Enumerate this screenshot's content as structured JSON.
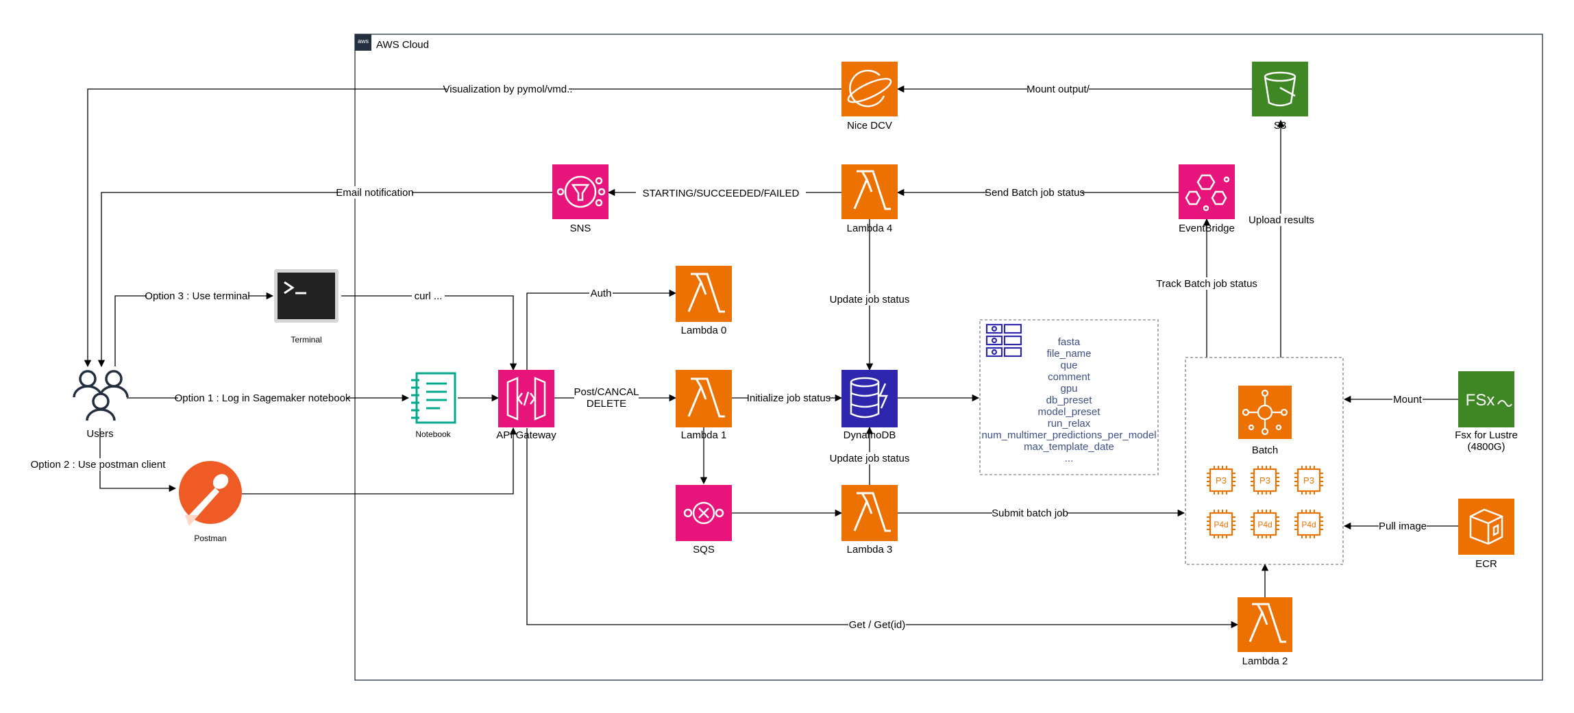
{
  "colors": {
    "compute_orange": "#ED7100",
    "app_integration_pink": "#E7157B",
    "storage_green": "#3F8624",
    "db_blue": "#2E27AD",
    "notebook_teal": "#01A88D",
    "postman_orange": "#EF5B25",
    "field_text": "#3D4F86"
  },
  "cloud": {
    "label": "AWS Cloud",
    "badge": "aws"
  },
  "nodes": {
    "users": "Users",
    "terminal": "Terminal",
    "notebook": "Notebook",
    "postman": "Postman",
    "api_gateway": "API Gateway",
    "lambda0": "Lambda 0",
    "lambda1": "Lambda 1",
    "lambda2": "Lambda 2",
    "lambda3": "Lambda 3",
    "lambda4": "Lambda 4",
    "sqs": "SQS",
    "sns": "SNS",
    "dynamodb": "DynamoDB",
    "nice_dcv": "Nice DCV",
    "s3": "S3",
    "eventbridge": "EventBridge",
    "batch": "Batch",
    "fsx_line1": "Fsx for Lustre",
    "fsx_line2": "(4800G)",
    "fsx_icon_text": "FSx",
    "ecr": "ECR"
  },
  "instances": [
    "P3",
    "P3",
    "P3",
    "P4d",
    "P4d",
    "P4d"
  ],
  "fields": [
    "fasta",
    "file_name",
    "que",
    "comment",
    "gpu",
    "db_preset",
    "model_preset",
    "run_relax",
    "num_multimer_predictions_per_model",
    "max_template_date",
    "..."
  ],
  "edges": {
    "visualization": "Visualization by pymol/vmd..",
    "mount_output": "Mount output/",
    "email_notification": "Email notification",
    "status_values": "STARTING/SUCCEEDED/FAILED",
    "send_batch_status": "Send Batch job status",
    "upload_results": "Upload results",
    "option3": "Option 3 : Use terminal",
    "curl": "curl ...",
    "auth": "Auth",
    "update_job_status_top": "Update job status",
    "track_batch_status": "Track Batch job status",
    "option1": "Option 1 : Log in Sagemaker notebook",
    "post_cancel_line1": "Post/CANCAL",
    "post_cancel_line2": "DELETE",
    "initialize_job_status": "Initialize job status",
    "mount": "Mount",
    "option2": "Option 2 : Use postman client",
    "update_job_status_bottom": "Update job status",
    "submit_batch_job": "Submit batch job",
    "pull_image": "Pull image",
    "get": "Get / Get(id)"
  }
}
